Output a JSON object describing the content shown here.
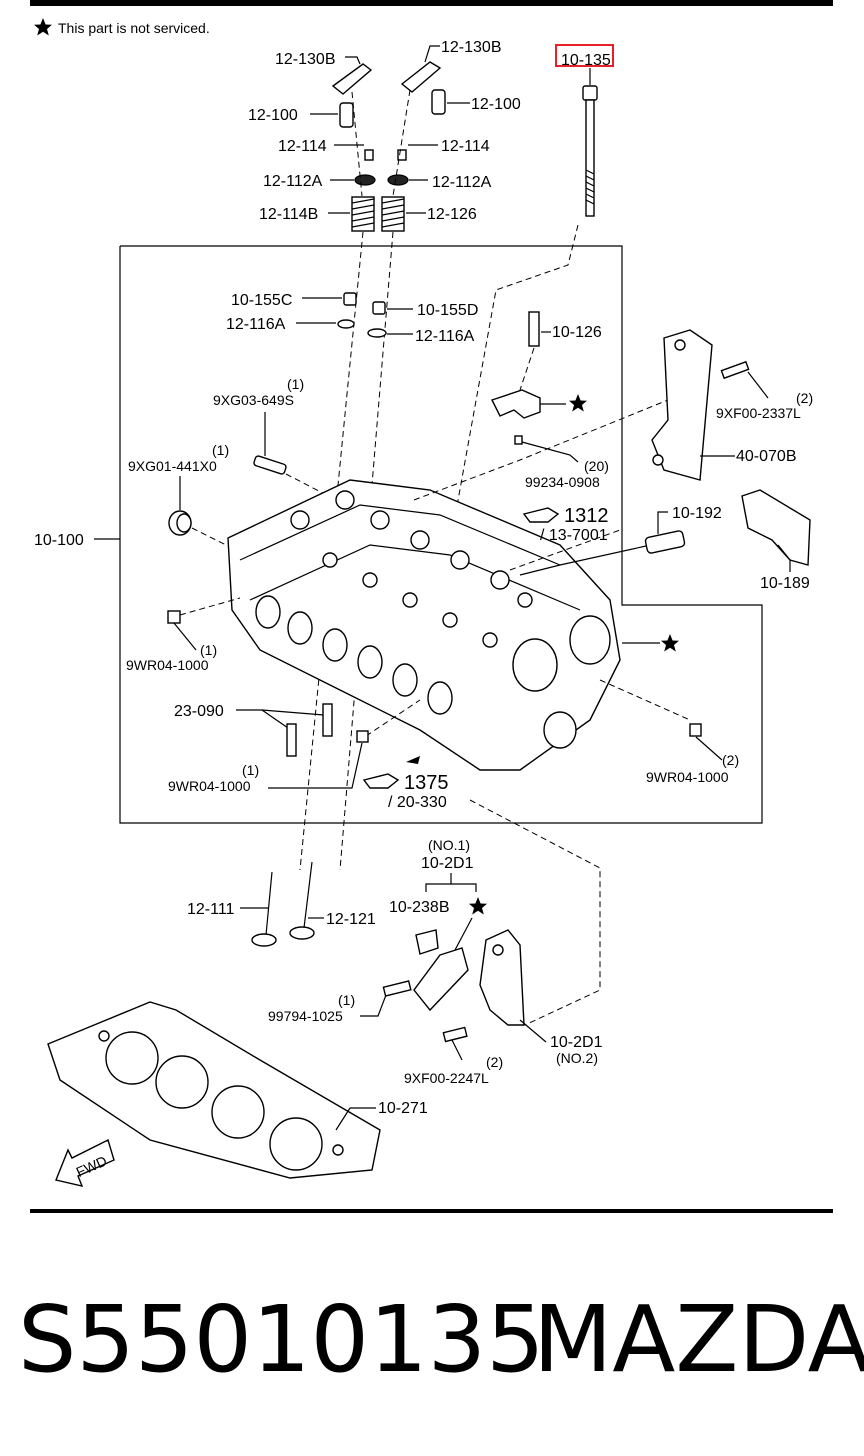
{
  "diagram": {
    "note": "This part is not serviced.",
    "labels": {
      "l_12_130B_a": "12-130B",
      "l_12_130B_b": "12-130B",
      "l_10_135": "10-135",
      "l_12_100_a": "12-100",
      "l_12_100_b": "12-100",
      "l_12_114_a": "12-114",
      "l_12_114_b": "12-114",
      "l_12_112A_a": "12-112A",
      "l_12_112A_b": "12-112A",
      "l_12_114B": "12-114B",
      "l_12_126": "12-126",
      "l_10_155C": "10-155C",
      "l_10_155D": "10-155D",
      "l_12_116A_a": "12-116A",
      "l_12_116A_b": "12-116A",
      "l_10_126": "10-126",
      "l_q1_a": "(1)",
      "l_9XG03": "9XG03-649S",
      "l_q1_b": "(1)",
      "l_9XG01": "9XG01-441X0",
      "l_q2_a": "(2)",
      "l_9XF00_2337L": "9XF00-2337L",
      "l_40_070B": "40-070B",
      "l_q20": "(20)",
      "l_99234": "99234-0908",
      "l_10_100": "10-100",
      "l_1312": "1312",
      "l_13_7001": "/ 13-7001",
      "l_10_192": "10-192",
      "l_10_189": "10-189",
      "l_q1_c": "(1)",
      "l_9WR04_a": "9WR04-1000",
      "l_23_090": "23-090",
      "l_q1_d": "(1)",
      "l_9WR04_b": "9WR04-1000",
      "l_1375": "1375",
      "l_20_330": "/ 20-330",
      "l_q2_b": "(2)",
      "l_9WR04_c": "9WR04-1000",
      "l_no1": "(NO.1)",
      "l_10_2D1_a": "10-2D1",
      "l_10_238B": "10-238B",
      "l_12_111": "12-111",
      "l_12_121": "12-121",
      "l_q1_e": "(1)",
      "l_99794": "99794-1025",
      "l_10_2D1_b": "10-2D1",
      "l_no2": "(NO.2)",
      "l_q2_c": "(2)",
      "l_9XF00_2247L": "9XF00-2247L",
      "l_10_271": "10-271",
      "l_fwd": "FWD"
    },
    "highlight": {
      "label": "10-135",
      "color": "#e8202a"
    }
  },
  "footer": {
    "part_number": "S55010135",
    "brand": "MAZDA"
  }
}
